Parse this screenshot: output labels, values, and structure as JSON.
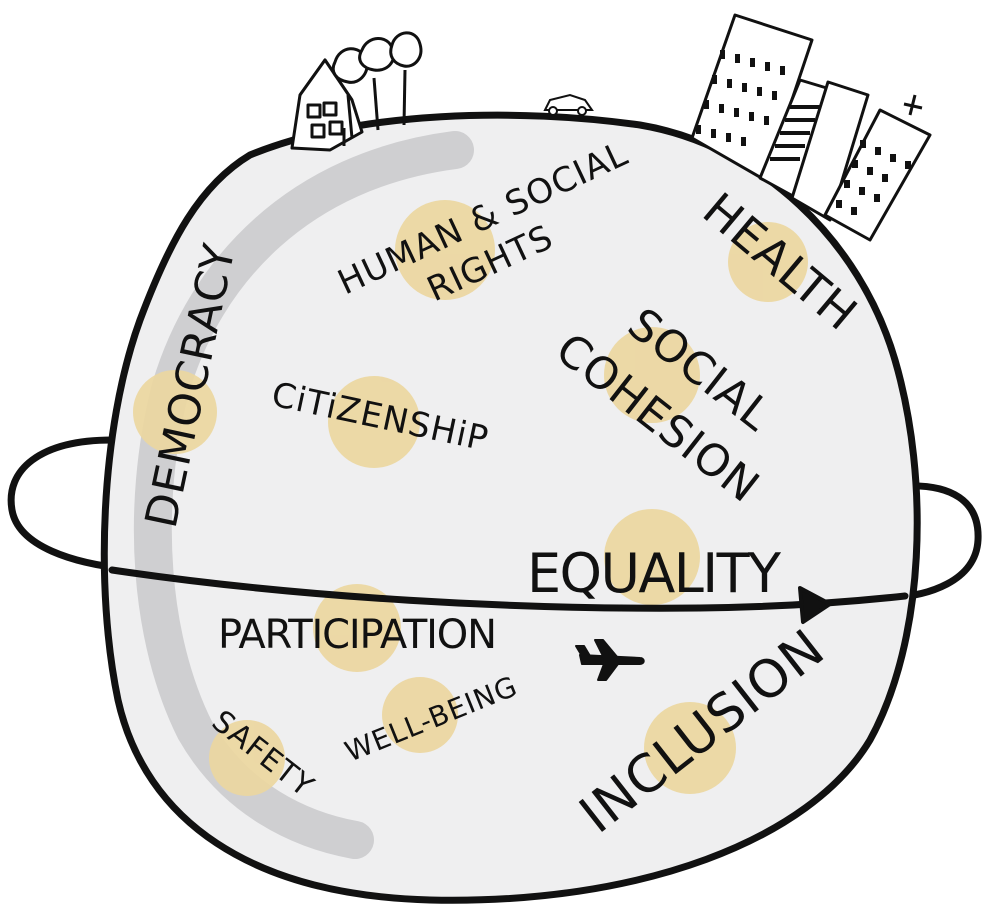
{
  "labels": {
    "human_social_rights": {
      "line1": "HUMAN & SOCIAL",
      "line2": "RIGHTS"
    },
    "health": "HEALTH",
    "democracy": "DEMOCRACY",
    "citizenship": "CiTiZENSHiP",
    "social_cohesion": {
      "line1": "SOCIAL",
      "line2": "COHESION"
    },
    "equality": "EQUALITY",
    "participation": "PARTICIPATION",
    "well_being": "WELL-BEING",
    "safety": "SAFETY",
    "inclusion": "INCLUSION"
  },
  "colors": {
    "ink": "#111111",
    "globe_fill": "#efeff0",
    "highlight": "#ecd7a0",
    "shadow": "#cfcfd1",
    "background": "#ffffff"
  },
  "icons": [
    "house-icon",
    "trees-icon",
    "car-icon",
    "buildings-icon",
    "airplane-icon",
    "orbit-arrow-icon"
  ]
}
